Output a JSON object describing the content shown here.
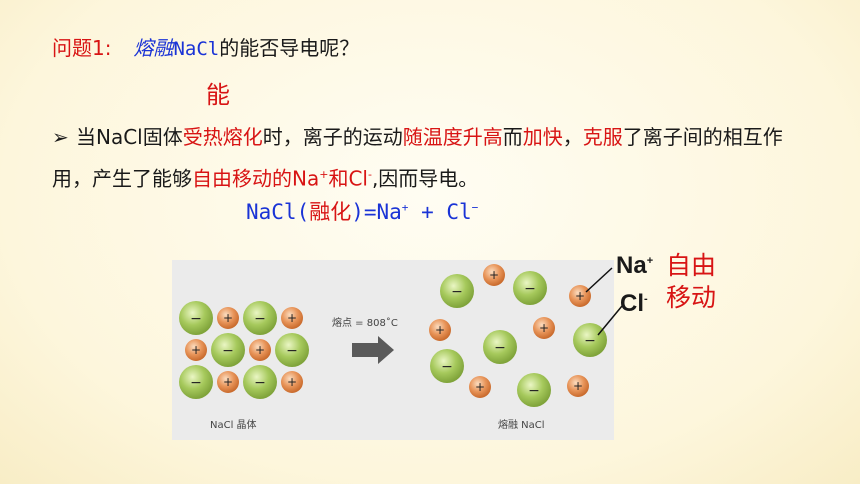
{
  "question": {
    "label": "问题1:",
    "melt": "熔融",
    "nacl": "NaCl",
    "rest": "的能否导电呢？"
  },
  "answer": "能",
  "paragraph": {
    "bullet": "➢",
    "p1": "当NaCl固体",
    "p2": "受热熔化",
    "p3": "时，离子的运动",
    "p4": "随温度升高",
    "p5": "而",
    "p6": "加快",
    "p7": "，",
    "p8": "克服",
    "p9": "了离子间的相互作用，产生了能够",
    "p10": "自由移动的",
    "p11": "Na",
    "p11sup": "+",
    "p12": "和",
    "p13": "Cl",
    "p13sup": "-",
    "p14": ",因而导电。"
  },
  "equation": {
    "left": "NaCl(",
    "mid": "融化",
    "right1": ")=Na",
    "sup1": "+",
    "right2": " + Cl",
    "sup2": "−"
  },
  "figure": {
    "melting_point_label": "熔点 = 808˚C",
    "crystal_caption": "NaCl 晶体",
    "melt_caption": "熔融 NaCl",
    "anion_symbol": "−",
    "cation_symbol": "+"
  },
  "labels": {
    "na": "Na",
    "na_sup": "+",
    "cl": "Cl",
    "cl_sup": "-",
    "free_move": "自由移动"
  },
  "colors": {
    "red": "#d81414",
    "blue": "#1a33d6",
    "anion": "#a6c95c",
    "cation": "#e8955a"
  }
}
